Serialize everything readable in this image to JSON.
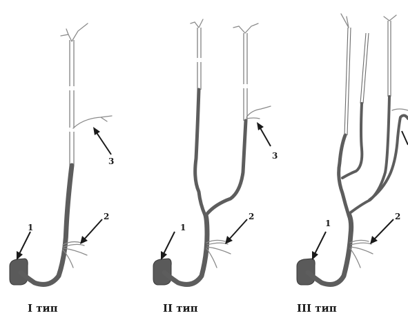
{
  "panels": [
    {
      "caption": "I тип",
      "labels": {
        "l1": "1",
        "l2": "2",
        "l3": "3"
      }
    },
    {
      "caption": "II тип",
      "labels": {
        "l1": "1",
        "l2": "2",
        "l3": "3"
      }
    },
    {
      "caption": "III тип",
      "labels": {
        "l1": "1",
        "l2": "2"
      }
    }
  ]
}
